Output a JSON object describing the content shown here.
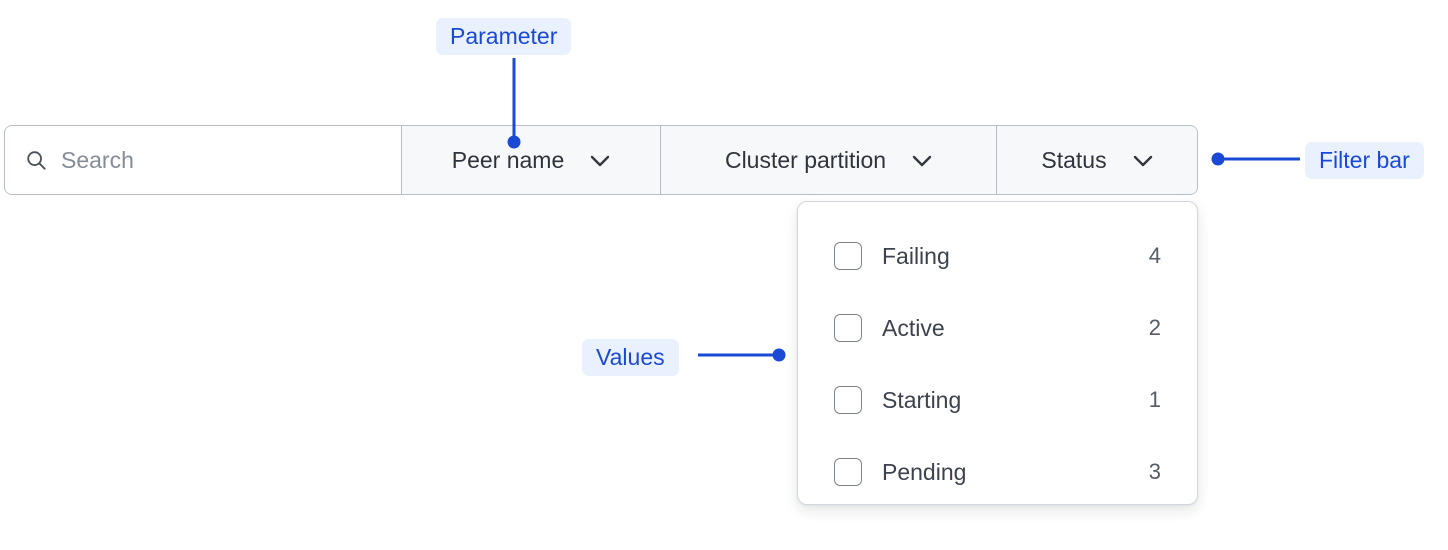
{
  "filter_bar": {
    "search": {
      "icon": "search-icon",
      "placeholder": "Search",
      "value": ""
    },
    "buttons": [
      {
        "label": "Peer name",
        "icon": "chevron-down-icon"
      },
      {
        "label": "Cluster partition",
        "icon": "chevron-down-icon"
      },
      {
        "label": "Status",
        "icon": "chevron-down-icon"
      }
    ]
  },
  "dropdown": {
    "options": [
      {
        "label": "Failing",
        "count": "4",
        "checked": false
      },
      {
        "label": "Active",
        "count": "2",
        "checked": false
      },
      {
        "label": "Starting",
        "count": "1",
        "checked": false
      },
      {
        "label": "Pending",
        "count": "3",
        "checked": false
      }
    ]
  },
  "annotations": [
    {
      "label": "Parameter",
      "color": "#1a49d6",
      "background": "#e9f0fe"
    },
    {
      "label": "Values",
      "color": "#1a49d6",
      "background": "#e9f0fe"
    },
    {
      "label": "Filter bar",
      "color": "#1a49d6",
      "background": "#e9f0fe"
    }
  ],
  "colors": {
    "annotation_blue": "#1a49d6",
    "annotation_badge_bg": "#e9f0fe",
    "border_gray": "#b8bcc4",
    "text_dark": "#3c424e",
    "placeholder_gray": "#868c97",
    "button_bg": "#f7f8f9",
    "panel_border": "#d3d6dc"
  }
}
